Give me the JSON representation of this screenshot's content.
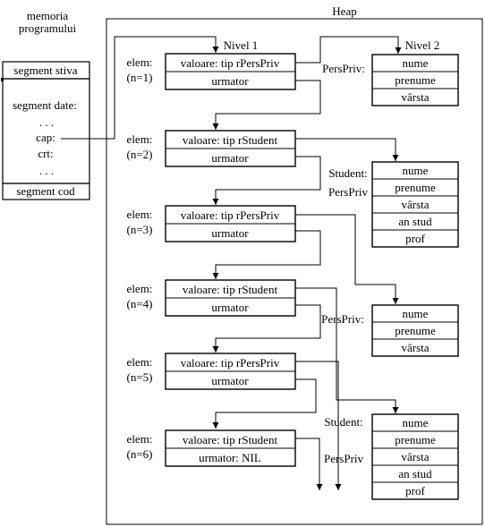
{
  "memory": {
    "title_line1": "memoria",
    "title_line2": "programului",
    "stack_segment": "segment stiva",
    "data_segment": "segment date:",
    "dots": ". . .",
    "cap": "cap:",
    "crt": "crt:",
    "code_segment": "segment cod"
  },
  "heap": {
    "title": "Heap",
    "level1": "Nivel 1",
    "level2": "Nivel 2"
  },
  "nodes": [
    {
      "elem": "elem:",
      "index": "(n=1)",
      "value": "valoare: tip rPersPriv",
      "next": "urmator"
    },
    {
      "elem": "elem:",
      "index": "(n=2)",
      "value": "valoare: tip rStudent",
      "next": "urmator"
    },
    {
      "elem": "elem:",
      "index": "(n=3)",
      "value": "valoare: tip rPersPriv",
      "next": "urmator"
    },
    {
      "elem": "elem:",
      "index": "(n=4)",
      "value": "valoare: tip rStudent",
      "next": "urmator"
    },
    {
      "elem": "elem:",
      "index": "(n=5)",
      "value": "valoare: tip rPersPriv",
      "next": "urmator"
    },
    {
      "elem": "elem:",
      "index": "(n=6)",
      "value": "valoare: tip rStudent",
      "next": "urmator: NIL"
    }
  ],
  "records": [
    {
      "label": "PersPriv:",
      "fields": [
        "nume",
        "prenume",
        "vârsta"
      ]
    },
    {
      "label": "Student:",
      "fields": [
        "nume",
        "prenume",
        "vârsta",
        "an stud",
        "prof"
      ]
    },
    {
      "label": "PersPriv",
      "fields": []
    },
    {
      "label": "PersPriv:",
      "fields": [
        "nume",
        "prenume",
        "vârsta"
      ]
    },
    {
      "label": "Student:",
      "fields": [
        "nume",
        "prenume",
        "vârsta",
        "an stud",
        "prof"
      ]
    },
    {
      "label": "PersPriv",
      "fields": []
    }
  ]
}
